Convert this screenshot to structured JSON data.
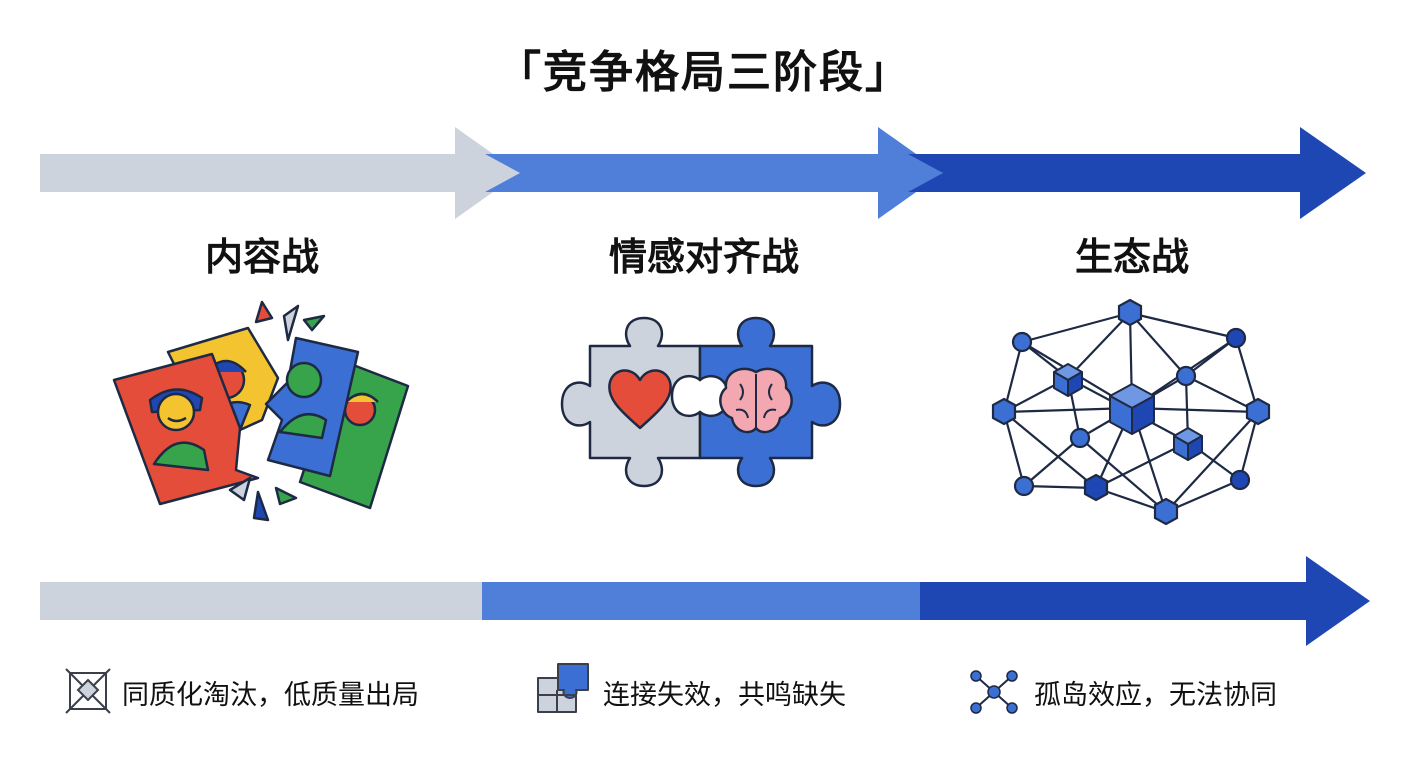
{
  "title": "「竞争格局三阶段」",
  "stages": [
    {
      "name": "内容战",
      "color": "#cdd3dc",
      "icon": "torn-photos-icon",
      "legend_icon": "crossed-box-icon",
      "legend": "同质化淘汰，低质量出局"
    },
    {
      "name": "情感对齐战",
      "color": "#4f7fd8",
      "icon": "heart-brain-puzzle-icon",
      "legend_icon": "puzzle-icon",
      "legend": "连接失效，共鸣缺失"
    },
    {
      "name": "生态战",
      "color": "#1f47b4",
      "icon": "network-icon",
      "legend_icon": "scattered-nodes-icon",
      "legend": "孤岛效应，无法协同"
    }
  ],
  "colors": {
    "stage1": "#cdd3dc",
    "stage2": "#4f7fd8",
    "stage3": "#1f47b4",
    "accent_blue": "#3b6fd3"
  }
}
